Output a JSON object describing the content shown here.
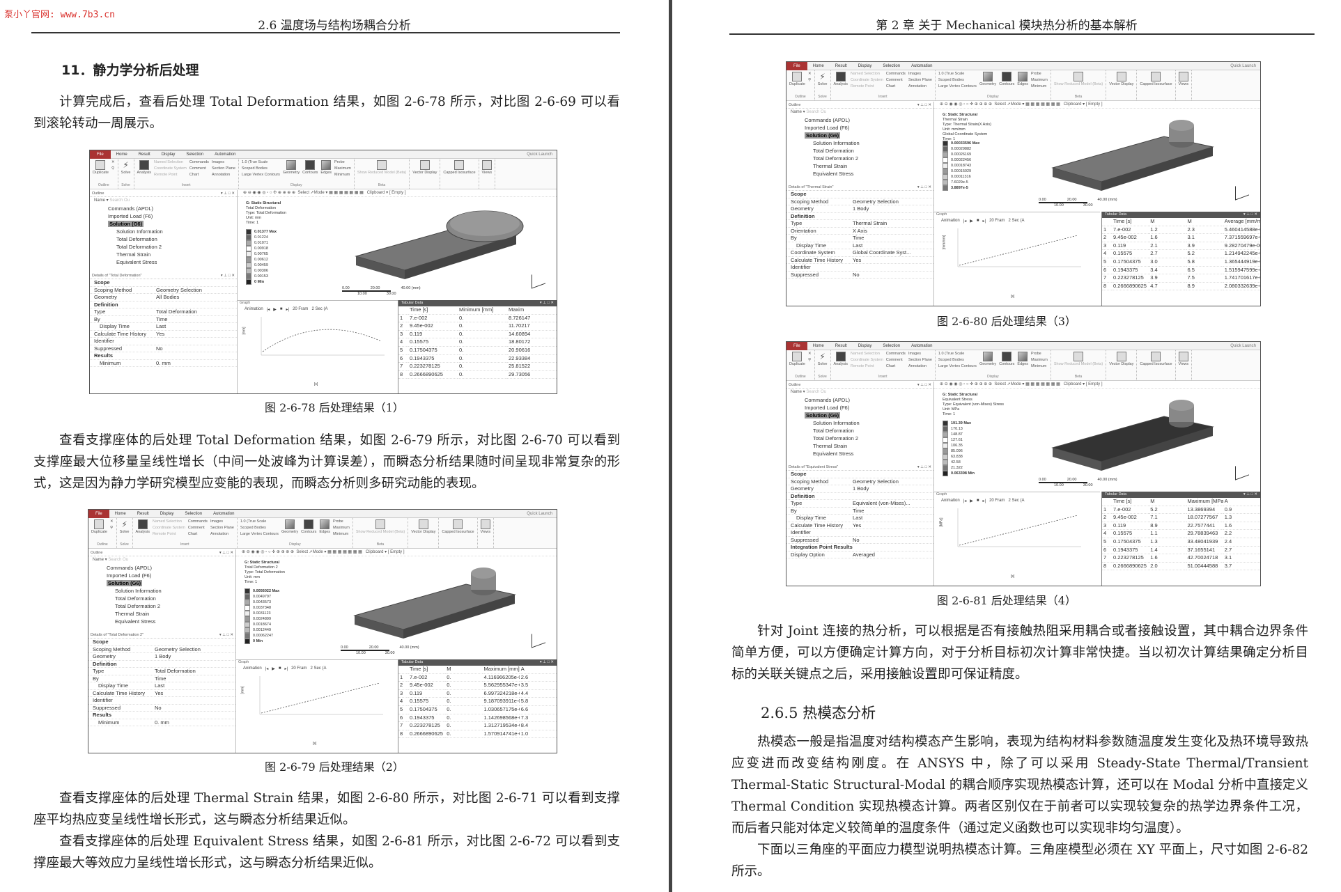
{
  "watermark": "泵小丫官网: www.7b3.cn",
  "left_page": {
    "running_head": "2.6   温度场与结构场耦合分析",
    "section_heading": "11．静力学分析后处理",
    "paragraphs": [
      "计算完成后，查看后处理 Total Deformation 结果，如图 2-6-78 所示，对比图 2-6-69 可以看到滚轮转动一周展示。",
      "查看支撑座体的后处理 Total Deformation 结果，如图 2-6-79 所示，对比图 2-6-70 可以看到支撑座最大位移量呈线性增长（中间一处波峰为计算误差），而瞬态分析结果随时间呈现非常复杂的形式，这是因为静力学研究模型应变能的表现，而瞬态分析则多研究动能的表现。",
      "查看支撑座体的后处理 Thermal Strain 结果，如图 2-6-80 所示，对比图 2-6-71 可以看到支撑座平均热应变呈线性增长形式，这与瞬态分析结果近似。",
      "查看支撑座体的后处理 Equivalent Stress 结果，如图 2-6-81 所示，对比图 2-6-72 可以看到支撑座最大等效应力呈线性增长形式，这与瞬态分析结果近似。"
    ],
    "captions": [
      "图 2-6-78   后处理结果（1）",
      "图 2-6-79   后处理结果（2）"
    ]
  },
  "right_page": {
    "running_head": "第 2 章   关于 Mechanical 模块热分析的基本解析",
    "captions": [
      "图 2-6-80   后处理结果（3）",
      "图 2-6-81   后处理结果（4）"
    ],
    "paragraphs": [
      "针对 Joint 连接的热分析，可以根据是否有接触热阻采用耦合或者接触设置，其中耦合边界条件简单方便，可以方便确定计算方向，对于分析目标初次计算非常快捷。当以初次计算结果确定分析目标的关联关键点之后，采用接触设置即可保证精度。",
      "热模态一般是指温度对结构模态产生影响，表现为结构材料参数随温度发生变化及热环境导致热应变进而改变结构刚度。在 ANSYS 中，除了可以采用 Steady-State Thermal/Transient Thermal-Static Structural-Modal 的耦合顺序实现热模态计算，还可以在 Modal 分析中直接定义 Thermal Condition 实现热模态计算。两者区别仅在于前者可以实现较复杂的热学边界条件工况，而后者只能对体定义较简单的温度条件（通过定义函数也可以实现非均匀温度）。",
      "下面以三角座的平面应力模型说明热模态计算。三角座模型必须在 XY 平面上，尺寸如图 2-6-82 所示。"
    ],
    "section_heading": "2.6.5   热模态分析"
  },
  "ansys_common": {
    "tabs": [
      "File",
      "Home",
      "Result",
      "Display",
      "Selection",
      "Automation"
    ],
    "quick_launch": "Quick Launch",
    "ribbon": {
      "outline_group": {
        "label": "Outline",
        "buttons": [
          "Duplicate"
        ]
      },
      "solve_group": {
        "label": "Solve",
        "buttons": [
          "Solve"
        ]
      },
      "insert_group": {
        "label": "Insert",
        "buttons": [
          "Analysis",
          "Named Selection",
          "Coordinate System",
          "Remote Point",
          "Commands",
          "Comment",
          "Chart",
          "Images",
          "Section Plane",
          "Annotation"
        ]
      },
      "display_group": {
        "label": "Display",
        "buttons": [
          "1.0 (True Scale",
          "Scoped Bodies",
          "Large Vertex Contours",
          "Geometry",
          "Contours",
          "Edges",
          "Probe",
          "Maximum",
          "Minimum"
        ]
      },
      "beta_group": {
        "label": "Beta",
        "buttons": [
          "Show Reduced Model (Beta)"
        ]
      },
      "extra_buttons": [
        "Vector Display",
        "Capped Isosurface",
        "Views"
      ]
    },
    "outline_title": "Outline",
    "name_filter": "Name",
    "search_placeholder": "Search Ou",
    "tree": [
      "Commands (APDL)",
      "Imported Load (F6)",
      "Solution (G6)",
      "Solution Information",
      "Total Deformation",
      "Total Deformation 2",
      "Thermal Strain",
      "Equivalent Stress"
    ],
    "view_toolbar": {
      "select": "Select",
      "mode": "Mode",
      "clipboard": "Clipboard",
      "empty": "[ Empty ]"
    },
    "graph_title": "Graph",
    "animation": {
      "label": "Animation",
      "frames": "20 Fram",
      "duration": "2 Sec (A"
    },
    "tabular_title": "Tabular Data",
    "graph_xlabel": "[s]",
    "scale": {
      "start": "0.00",
      "mid1": "10.00",
      "mid2": "20.00",
      "mid3": "30.00",
      "end": "40.00 (mm)"
    },
    "time_column": [
      "7.e-002",
      "9.45e-002",
      "0.119",
      "0.15575",
      "0.17504375",
      "0.1943375",
      "0.223278125",
      "0.2666890625"
    ]
  },
  "figures": [
    {
      "id": "2-6-78",
      "info": {
        "analysis": "G: Static Structural",
        "result": "Total Deformation",
        "type": "Type: Total Deformation",
        "unit": "Unit: mm",
        "extra": "",
        "time": "Time: 1"
      },
      "legend": [
        "0.01377 Max",
        "0.01224",
        "0.01071",
        "0.00918",
        "0.00765",
        "0.00612",
        "0.00459",
        "0.00306",
        "0.00153",
        "0 Min"
      ],
      "details_title": "Details of \"Total Deformation\"",
      "details": [
        {
          "k": "Scope",
          "v": "",
          "g": true
        },
        {
          "k": "Scoping Method",
          "v": "Geometry Selection"
        },
        {
          "k": "Geometry",
          "v": "All Bodies"
        },
        {
          "k": "Definition",
          "v": "",
          "g": true
        },
        {
          "k": "Type",
          "v": "Total Deformation"
        },
        {
          "k": "By",
          "v": "Time"
        },
        {
          "k": "Display Time",
          "v": "Last",
          "i": true
        },
        {
          "k": "Calculate Time History",
          "v": "Yes"
        },
        {
          "k": "Identifier",
          "v": ""
        },
        {
          "k": "Suppressed",
          "v": "No"
        },
        {
          "k": "Results",
          "v": "",
          "g": true
        },
        {
          "k": "Minimum",
          "v": "0. mm",
          "i": true
        }
      ],
      "graph_ylabel": "[mm]",
      "columns": [
        "Time [s]",
        "Minimum [mm]",
        "Maxim"
      ],
      "rows": [
        [
          "7.e-002",
          "0.",
          "8.726147"
        ],
        [
          "9.45e-002",
          "0.",
          "11.70217"
        ],
        [
          "0.119",
          "0.",
          "14.60894"
        ],
        [
          "0.15575",
          "0.",
          "18.80172"
        ],
        [
          "0.17504375",
          "0.",
          "20.90616"
        ],
        [
          "0.1943375",
          "0.",
          "22.93384"
        ],
        [
          "0.223278125",
          "0.",
          "25.81522"
        ],
        [
          "0.2666890625",
          "0.",
          "29.73056"
        ]
      ]
    },
    {
      "id": "2-6-79",
      "info": {
        "analysis": "G: Static Structural",
        "result": "Total Deformation 2",
        "type": "Type: Total Deformation",
        "unit": "Unit: mm",
        "extra": "",
        "time": "Time: 1"
      },
      "legend": [
        "0.0056022 Max",
        "0.0049797",
        "0.0043573",
        "0.0037348",
        "0.0031123",
        "0.0024899",
        "0.0018674",
        "0.0012449",
        "0.00062247",
        "0 Min"
      ],
      "details_title": "Details of \"Total Deformation 2\"",
      "details": [
        {
          "k": "Scope",
          "v": "",
          "g": true
        },
        {
          "k": "Scoping Method",
          "v": "Geometry Selection"
        },
        {
          "k": "Geometry",
          "v": "1 Body"
        },
        {
          "k": "Definition",
          "v": "",
          "g": true
        },
        {
          "k": "Type",
          "v": "Total Deformation"
        },
        {
          "k": "By",
          "v": "Time"
        },
        {
          "k": "Display Time",
          "v": "Last",
          "i": true
        },
        {
          "k": "Calculate Time History",
          "v": "Yes"
        },
        {
          "k": "Identifier",
          "v": ""
        },
        {
          "k": "Suppressed",
          "v": "No"
        },
        {
          "k": "Results",
          "v": "",
          "g": true
        },
        {
          "k": "Minimum",
          "v": "0. mm",
          "i": true
        }
      ],
      "graph_ylabel": "[mm]",
      "columns": [
        "Time [s]",
        "M",
        "Maximum [mm]",
        "A"
      ],
      "rows": [
        [
          "7.e-002",
          "0.",
          "4.116966205e-004",
          "2.6"
        ],
        [
          "9.45e-002",
          "0.",
          "5.562955347e-004",
          "3.5"
        ],
        [
          "0.119",
          "0.",
          "6.997324218e-004",
          "4.4"
        ],
        [
          "0.15575",
          "0.",
          "9.187093911e-004",
          "5.8"
        ],
        [
          "0.17504375",
          "0.",
          "1.030657175e-003",
          "6.6"
        ],
        [
          "0.1943375",
          "0.",
          "1.142698568e-003",
          "7.3"
        ],
        [
          "0.223278125",
          "0.",
          "1.312719534e-003",
          "8.4"
        ],
        [
          "0.2666890625",
          "0.",
          "1.570914741e-003",
          "1.0"
        ]
      ]
    },
    {
      "id": "2-6-80",
      "info": {
        "analysis": "G: Static Structural",
        "result": "Thermal Strain",
        "type": "Type: Thermal Strain(X Axis)",
        "unit": "Unit: mm/mm",
        "extra": "Global Coordinate System",
        "time": "Time: 1"
      },
      "legend": [
        "0.00033596 Max",
        "0.00029882",
        "0.00026169",
        "0.00022456",
        "0.00018743",
        "0.00015029",
        "0.00011316",
        "7.6029e-5",
        "3.8897e-5"
      ],
      "details_title": "Details of \"Thermal Strain\"",
      "details": [
        {
          "k": "Scope",
          "v": "",
          "g": true
        },
        {
          "k": "Scoping Method",
          "v": "Geometry Selection"
        },
        {
          "k": "Geometry",
          "v": "1 Body"
        },
        {
          "k": "Definition",
          "v": "",
          "g": true
        },
        {
          "k": "Type",
          "v": "Thermal Strain"
        },
        {
          "k": "Orientation",
          "v": "X Axis"
        },
        {
          "k": "By",
          "v": "Time"
        },
        {
          "k": "Display Time",
          "v": "Last",
          "i": true
        },
        {
          "k": "Coordinate System",
          "v": "Global Coordinate Syst..."
        },
        {
          "k": "Calculate Time History",
          "v": "Yes"
        },
        {
          "k": "Identifier",
          "v": ""
        },
        {
          "k": "Suppressed",
          "v": "No"
        }
      ],
      "graph_ylabel": "[mm/mm]",
      "columns": [
        "Time [s]",
        "M",
        "M",
        "Average [mm/mm]"
      ],
      "rows": [
        [
          "7.e-002",
          "1.2",
          "2.3",
          "5.460414588e-006"
        ],
        [
          "9.45e-002",
          "1.6",
          "3.1",
          "7.371559697e-006"
        ],
        [
          "0.119",
          "2.1",
          "3.9",
          "9.28270479e-006"
        ],
        [
          "0.15575",
          "2.7",
          "5.2",
          "1.214942245e-005"
        ],
        [
          "0.17504375",
          "3.0",
          "5.8",
          "1.365444919e-005"
        ],
        [
          "0.1943375",
          "3.4",
          "6.5",
          "1.515947599e-005"
        ],
        [
          "0.223278125",
          "3.9",
          "7.5",
          "1.741701617e-005"
        ],
        [
          "0.2666890625",
          "4.7",
          "8.9",
          "2.080332639e-005"
        ]
      ]
    },
    {
      "id": "2-6-81",
      "info": {
        "analysis": "G: Static Structural",
        "result": "Equivalent Stress",
        "type": "Type: Equivalent (von-Mises) Stress",
        "unit": "Unit: MPa",
        "extra": "",
        "time": "Time: 1"
      },
      "legend": [
        "191.39 Max",
        "170.13",
        "148.87",
        "127.61",
        "106.35",
        "85.096",
        "63.838",
        "42.58",
        "21.322",
        "0.063398 Min"
      ],
      "details_title": "Details of \"Equivalent Stress\"",
      "details": [
        {
          "k": "Scope",
          "v": "",
          "g": true
        },
        {
          "k": "Scoping Method",
          "v": "Geometry Selection"
        },
        {
          "k": "Geometry",
          "v": "1 Body"
        },
        {
          "k": "Definition",
          "v": "",
          "g": true
        },
        {
          "k": "Type",
          "v": "Equivalent (von-Mises)..."
        },
        {
          "k": "By",
          "v": "Time"
        },
        {
          "k": "Display Time",
          "v": "Last",
          "i": true
        },
        {
          "k": "Calculate Time History",
          "v": "Yes"
        },
        {
          "k": "Identifier",
          "v": ""
        },
        {
          "k": "Suppressed",
          "v": "No"
        },
        {
          "k": "Integration Point Results",
          "v": "",
          "g": true
        },
        {
          "k": "Display Option",
          "v": "Averaged"
        }
      ],
      "graph_ylabel": "[MPa]",
      "columns": [
        "Time [s]",
        "M",
        "Maximum [MPa]",
        "A"
      ],
      "rows": [
        [
          "7.e-002",
          "5.2",
          "13.3869394",
          "0.9"
        ],
        [
          "9.45e-002",
          "7.1",
          "18.07277567",
          "1.3"
        ],
        [
          "0.119",
          "8.9",
          "22.7577441",
          "1.6"
        ],
        [
          "0.15575",
          "1.1",
          "29.78839463",
          "2.2"
        ],
        [
          "0.17504375",
          "1.3",
          "33.48041939",
          "2.4"
        ],
        [
          "0.1943375",
          "1.4",
          "37.1655141",
          "2.7"
        ],
        [
          "0.223278125",
          "1.6",
          "42.70024718",
          "3.1"
        ],
        [
          "0.2666890625",
          "2.0",
          "51.00444588",
          "3.7"
        ]
      ]
    }
  ],
  "colors": {
    "file_tab": "#aa3333",
    "selected_tree_item": "#999999",
    "tabular_header": "#555555",
    "spine": "#444444"
  }
}
